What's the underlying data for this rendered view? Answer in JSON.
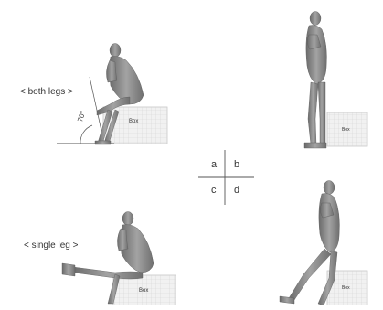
{
  "conditions": {
    "both": "< both legs >",
    "single": "< single leg >"
  },
  "box_label": "Box",
  "angle_mark": "70°",
  "quadrants": {
    "a": "a",
    "b": "b",
    "c": "c",
    "d": "d"
  },
  "colors": {
    "figure": "#8f8f8f",
    "figure_dark": "#5e5e5e",
    "box_fill": "#f1f1f1",
    "box_grid": "#d2d2d2",
    "line": "#555555"
  }
}
